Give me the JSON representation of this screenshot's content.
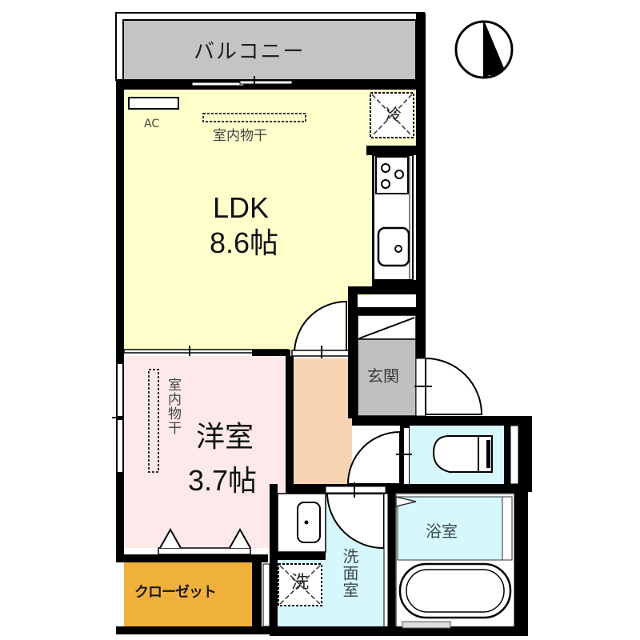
{
  "floorplan": {
    "compass": {
      "icon": "north-arrow-icon"
    },
    "colors": {
      "wall": "#000000",
      "balcony": "#c4c4c4",
      "ldk": "#ffffcc",
      "western_room": "#fde9e9",
      "hallway": "#f8d4b4",
      "entrance": "#c0c0c0",
      "closet": "#f0b03c",
      "wet_area": "#d6f8fc",
      "white": "#ffffff"
    },
    "balcony": {
      "label": "バルコニー"
    },
    "ldk": {
      "name": "LDK",
      "size": "8.6帖",
      "ac_label": "AC",
      "drying_label": "室内物干",
      "fridge_label": "冷"
    },
    "western_room": {
      "name": "洋室",
      "size": "3.7帖",
      "drying_label": "室内物干"
    },
    "entrance": {
      "label": "玄関"
    },
    "closet": {
      "label": "クローゼット"
    },
    "washroom": {
      "label": "洗面室",
      "washer_label": "洗"
    },
    "bathroom": {
      "label": "浴室"
    }
  }
}
